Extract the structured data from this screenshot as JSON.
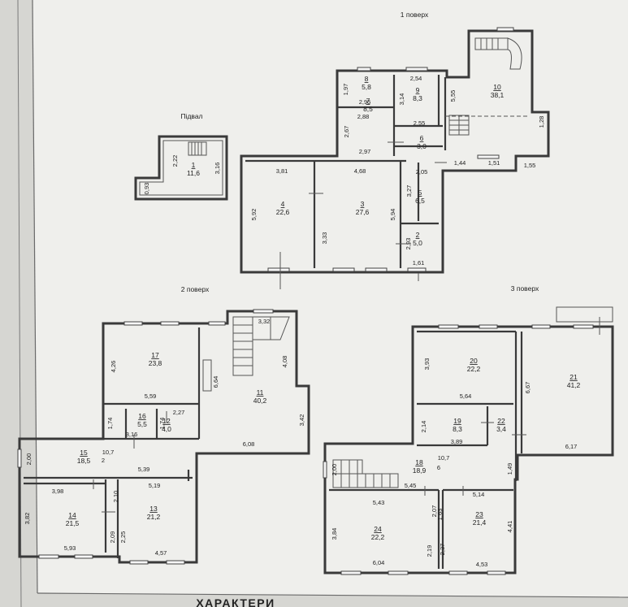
{
  "floors": {
    "basement": "Підвал",
    "first": "1 поверх",
    "second": "2 поверх",
    "third": "3 поверх"
  },
  "footer_text": "ХАРАКТЕРИ",
  "rooms": [
    {
      "n": "1",
      "a": "11,6"
    },
    {
      "n": "2",
      "a": "5,0"
    },
    {
      "n": "3",
      "a": "27,6"
    },
    {
      "n": "4",
      "a": "22,6"
    },
    {
      "n": "5",
      "a": "6,5"
    },
    {
      "n": "6",
      "a": "3,0"
    },
    {
      "n": "7",
      "a": "8,5"
    },
    {
      "n": "8",
      "a": "5,8"
    },
    {
      "n": "9",
      "a": "8,3"
    },
    {
      "n": "10",
      "a": "38,1"
    },
    {
      "n": "11",
      "a": "40,2"
    },
    {
      "n": "12",
      "a": "4,0"
    },
    {
      "n": "13",
      "a": "21,2"
    },
    {
      "n": "14",
      "a": "21,5"
    },
    {
      "n": "15",
      "a": "18,5"
    },
    {
      "n": "16",
      "a": "5,5"
    },
    {
      "n": "17",
      "a": "23,8"
    },
    {
      "n": "18",
      "a": "18,9"
    },
    {
      "n": "19",
      "a": "8,3"
    },
    {
      "n": "20",
      "a": "22,2"
    },
    {
      "n": "21",
      "a": "41,2"
    },
    {
      "n": "22",
      "a": "3,4"
    },
    {
      "n": "23",
      "a": "21,4"
    },
    {
      "n": "24",
      "a": "22,2"
    }
  ],
  "dims": [
    "2,22",
    "0,93",
    "3,16",
    "1,97",
    "2,95",
    "2,54",
    "3,14",
    "5,55",
    "2,88",
    "2,67",
    "2,97",
    "2,55",
    "1,28",
    "1,44",
    "1,51",
    "1,55",
    "3,81",
    "4,68",
    "2,05",
    "5,92",
    "3,33",
    "3,27",
    "5,94",
    "2,93",
    "1,61",
    "3,32",
    "4,26",
    "6,64",
    "4,08",
    "5,59",
    "2,27",
    "1,74",
    "1,74",
    "3,16",
    "3,42",
    "6,08",
    "10,7",
    "2",
    "2,00",
    "5,39",
    "3,98",
    "5,19",
    "2,10",
    "3,82",
    "2,09",
    "2,25",
    "5,93",
    "4,57",
    "3,93",
    "6,67",
    "5,64",
    "2,14",
    "3,89",
    "6,17",
    "10,7",
    "6",
    "1,49",
    "2,00",
    "5,45",
    "5,14",
    "5,43",
    "1,63",
    "2,07",
    "4,41",
    "3,84",
    "2,19",
    "2,37",
    "6,04",
    "4,53"
  ]
}
